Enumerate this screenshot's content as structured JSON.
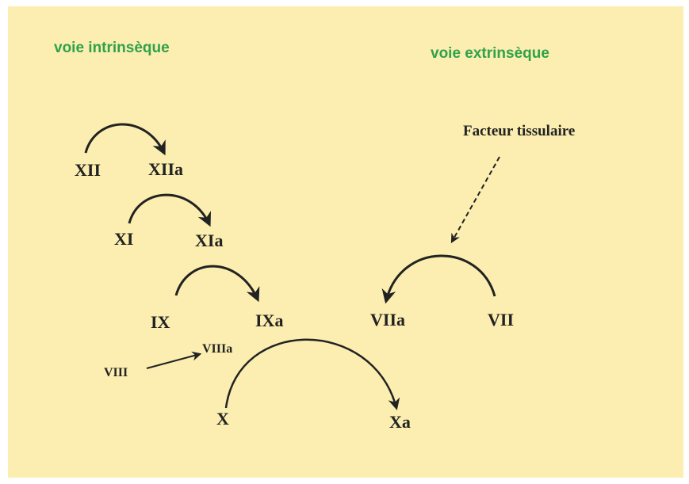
{
  "headings": {
    "intrinsic": "voie intrinsèque",
    "extrinsic": "voie extrinsèque"
  },
  "factors": {
    "xii": "XII",
    "xiia": "XIIa",
    "xi": "XI",
    "xia": "XIa",
    "ix": "IX",
    "ixa": "IXa",
    "viii": "VIII",
    "viiia": "VIIIa",
    "x": "X",
    "xa": "Xa",
    "viia": "VIIa",
    "vii": "VII",
    "tissue_factor": "Facteur tissulaire"
  },
  "colors": {
    "background": "#fbeeb0",
    "heading": "#2fa24a",
    "ink": "#222222"
  }
}
